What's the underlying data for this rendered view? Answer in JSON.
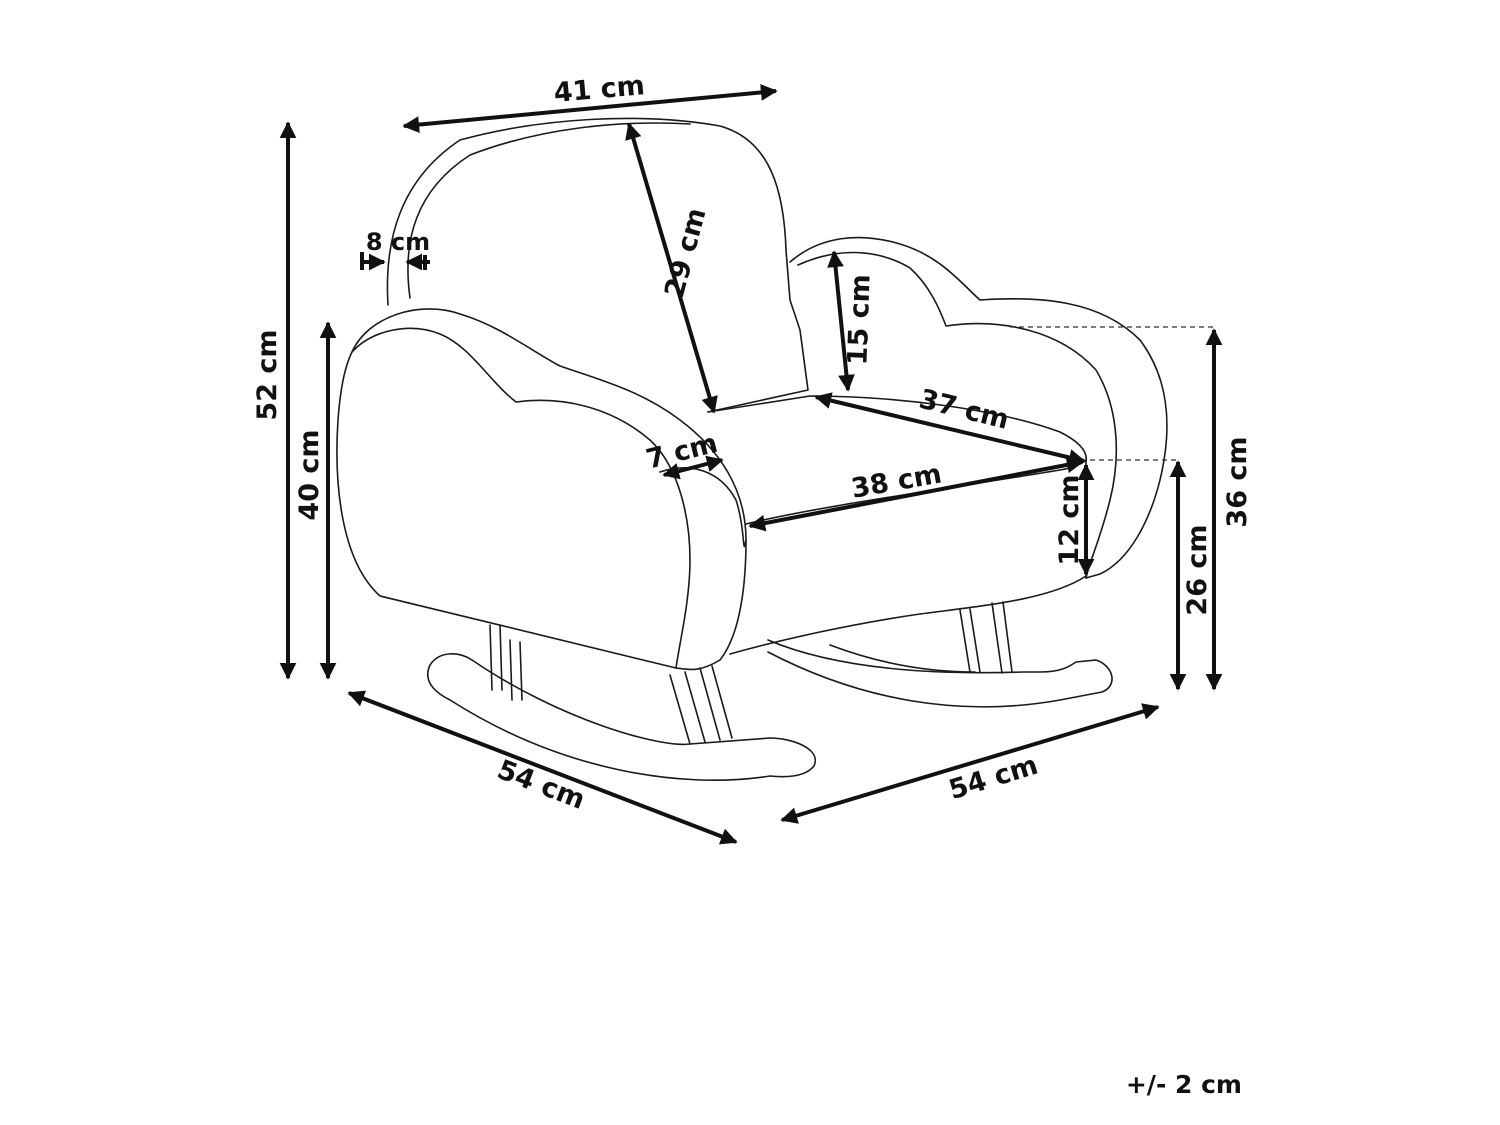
{
  "dimensions": {
    "back_width": "41 cm",
    "back_height": "29 cm",
    "back_thickness": "8 cm",
    "total_height": "52 cm",
    "armrest_height": "40 cm",
    "armrest_above_seat": "15 cm",
    "seat_depth": "37 cm",
    "armrest_width": "7 cm",
    "seat_width": "38 cm",
    "seat_thickness": "12 cm",
    "arm_height_right": "36 cm",
    "seat_height": "26 cm",
    "depth": "54 cm",
    "width": "54 cm"
  },
  "tolerance": "+/- 2 cm"
}
